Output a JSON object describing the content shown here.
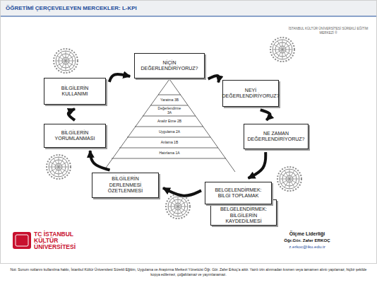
{
  "diagram": {
    "title": "ÖĞRETİMİ ÇERÇEVELEYEN MERCEKLER: L-KPI",
    "nodes": [
      {
        "text": [
          "NİÇİN DEĞERLENDİRİYORUZ?"
        ]
      },
      {
        "text": [
          "NEYİ DEĞERLENDİRİYORUZ?"
        ]
      },
      {
        "text": [
          "NE ZAMAN DEĞERLENDİRİYORUZ?"
        ]
      },
      {
        "text": [
          "BELGELENDİRMEK: BİLGİ TOPLAMAK"
        ]
      },
      {
        "text": [
          "BELGELENDİRMEK: BİLGİLERİN KAYDEDİLMESİ"
        ]
      },
      {
        "text": [
          "BİLGİLERİN DERLENMESİ ÖZETLENMESİ"
        ]
      },
      {
        "text": [
          "BİLGİLERİN YORUMLANMASI"
        ]
      },
      {
        "text": [
          "BİLGİLERİN KULLANIMI"
        ]
      },
      {
        "text": [
          "Yaratma 3B"
        ]
      },
      {
        "text": [
          "Değerlendirme 3A"
        ]
      },
      {
        "text": [
          "Analiz Etme 2B"
        ]
      },
      {
        "text": [
          "Uygulama 2A"
        ]
      },
      {
        "text": [
          "Anlama 1B"
        ]
      },
      {
        "text": [
          "Hatırlama 1A"
        ]
      }
    ],
    "edges": [
      {
        "from": 0,
        "to": 1,
        "arrow": "to"
      },
      {
        "from": 1,
        "to": 2,
        "arrow": "to"
      },
      {
        "from": 2,
        "to": 3,
        "arrow": "to"
      },
      {
        "from": 3,
        "to": 5,
        "arrow": "to"
      },
      {
        "from": 5,
        "to": 6,
        "arrow": "to"
      },
      {
        "from": 6,
        "to": 7,
        "arrow": "to"
      },
      {
        "from": 7,
        "to": 0,
        "arrow": "to"
      }
    ],
    "labels": [
      "İSTANBUL KÜLTÜR ÜNİVERSİTESİ SÜREKLİ EĞİTİM MERKEZİ ®",
      "TC İSTANBUL KÜLTÜR ÜNİVERSİTESİ",
      "Ölçme Liderliği",
      "Öğr.Gör. Zafer ERKOÇ",
      "z.erkoc@iku.edu.tr",
      "Not: Sunum notlarını kullanılma hakkı, İstanbul Kültür Üniversitesi Sürekli Eğitim, Uygulama ve Araştırma Merkezi Yöneticisi Öğr. Gör. Zafer Erkoç'a aittir. Yazılı izin alınmadan kısmen veya tamamen alıntı yapılamaz, hiçbir şekilde kopya edilemez, çoğaltılamaz ve yayımlanamaz."
    ]
  }
}
